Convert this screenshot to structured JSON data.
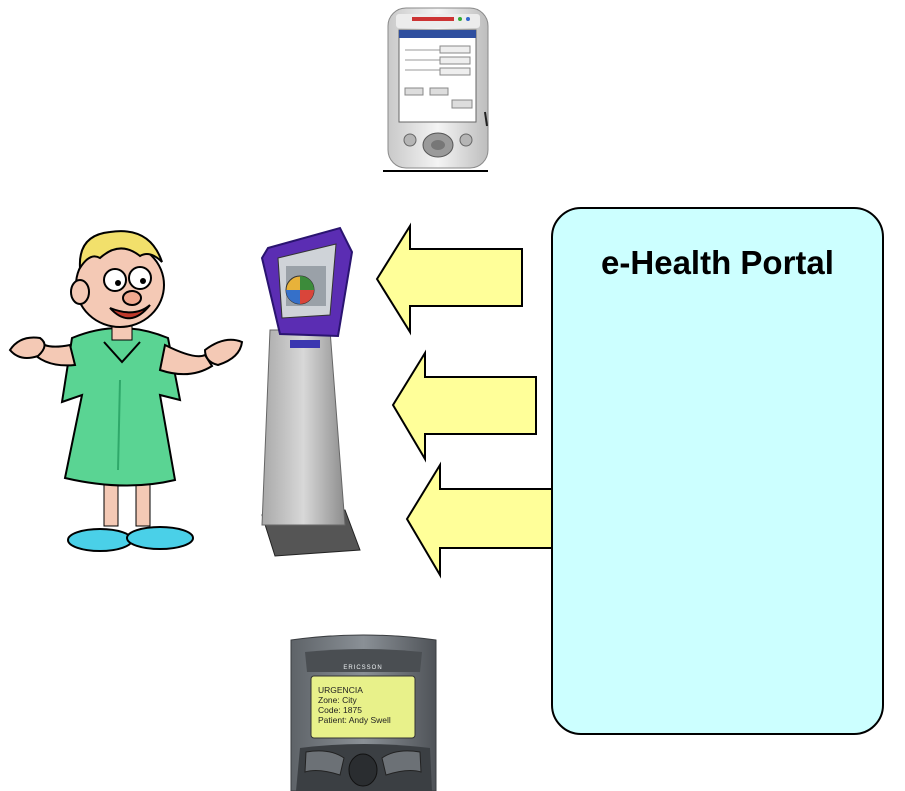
{
  "portal": {
    "title": "e-Health Portal",
    "fill_color": "#ccffff",
    "border_color": "#000000"
  },
  "arrows": {
    "count": 3,
    "fill_color": "#ffff99",
    "direction": "left"
  },
  "phone": {
    "brand": "ERICSSON",
    "screen_lines": [
      "URGENCIA",
      "Zone: City",
      "Code: 1875",
      "Patient: Andy Swell"
    ]
  },
  "icons": [
    "pda-icon",
    "patient-cartoon-icon",
    "kiosk-terminal-icon",
    "desktop-computer-icon",
    "mobile-phone-icon"
  ]
}
